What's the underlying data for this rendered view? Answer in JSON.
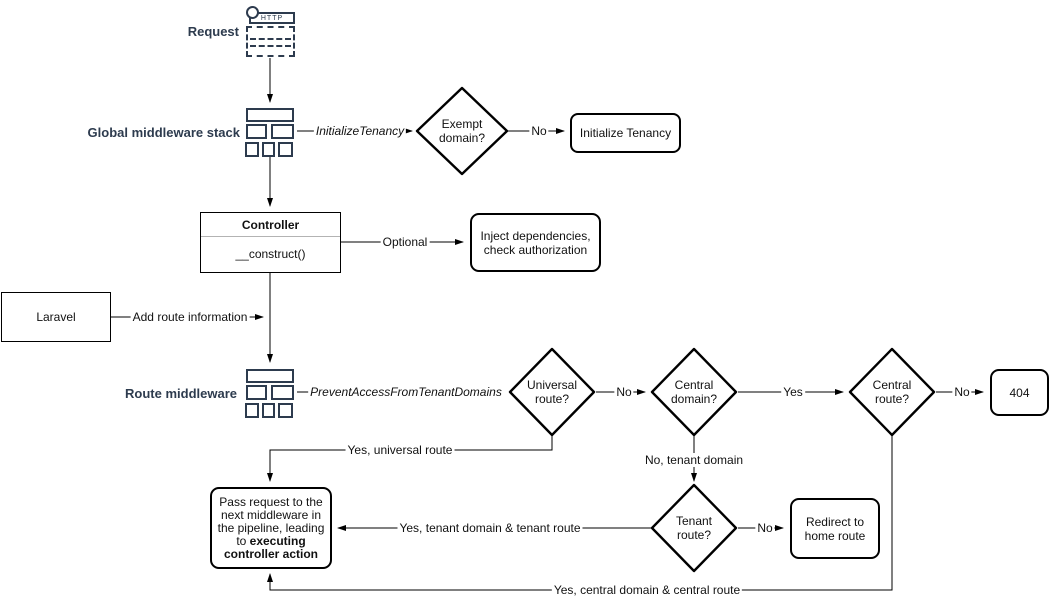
{
  "diagram": {
    "section_labels": {
      "request": "Request",
      "global_middleware": "Global middleware stack",
      "route_middleware": "Route middleware"
    },
    "request_icon": {
      "protocol": "HTTP"
    },
    "nodes": {
      "exempt_domain": "Exempt\ndomain?",
      "initialize_tenancy": "Initialize Tenancy",
      "controller_title": "Controller",
      "controller_method": "__construct()",
      "inject": "Inject dependencies,\ncheck authorization",
      "laravel": "Laravel",
      "universal_route": "Universal\nroute?",
      "central_domain": "Central\ndomain?",
      "central_route": "Central\nroute?",
      "not_found": "404",
      "tenant_route": "Tenant\nroute?",
      "redirect_home": "Redirect to\nhome route",
      "pass_request_text": "Pass request to the next middleware in the pipeline, leading to ",
      "pass_request_bold": "executing controller action"
    },
    "edge_labels": {
      "initialize_tenancy_mw": "InitializeTenancy",
      "no_exempt": "No",
      "optional": "Optional",
      "add_route_information": "Add route information",
      "prevent_access": "PreventAccessFromTenantDomains",
      "no_universal": "No",
      "yes_central_domain": "Yes",
      "no_central_route": "No",
      "yes_universal_route": "Yes, universal route",
      "no_tenant_domain": "No, tenant domain",
      "no_tenant_route": "No",
      "yes_tenant": "Yes, tenant domain & tenant route",
      "yes_central": "Yes, central domain & central route"
    },
    "colors": {
      "accent_navy": "#2d3b4e",
      "node_stroke": "#000000",
      "canvas_bg": "#ffffff",
      "divider_gray": "#b3b3b3"
    }
  }
}
